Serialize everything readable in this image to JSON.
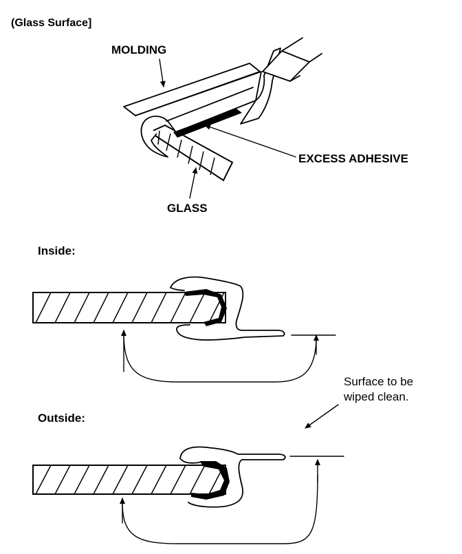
{
  "title": "(Glass Surface]",
  "labels": {
    "molding": "MOLDING",
    "excess_adhesive": "EXCESS ADHESIVE",
    "glass": "GLASS",
    "inside": "Inside:",
    "outside": "Outside:",
    "surface_line1": "Surface to be",
    "surface_line2": "wiped clean."
  },
  "colors": {
    "ink": "#000000",
    "paper": "#ffffff"
  }
}
